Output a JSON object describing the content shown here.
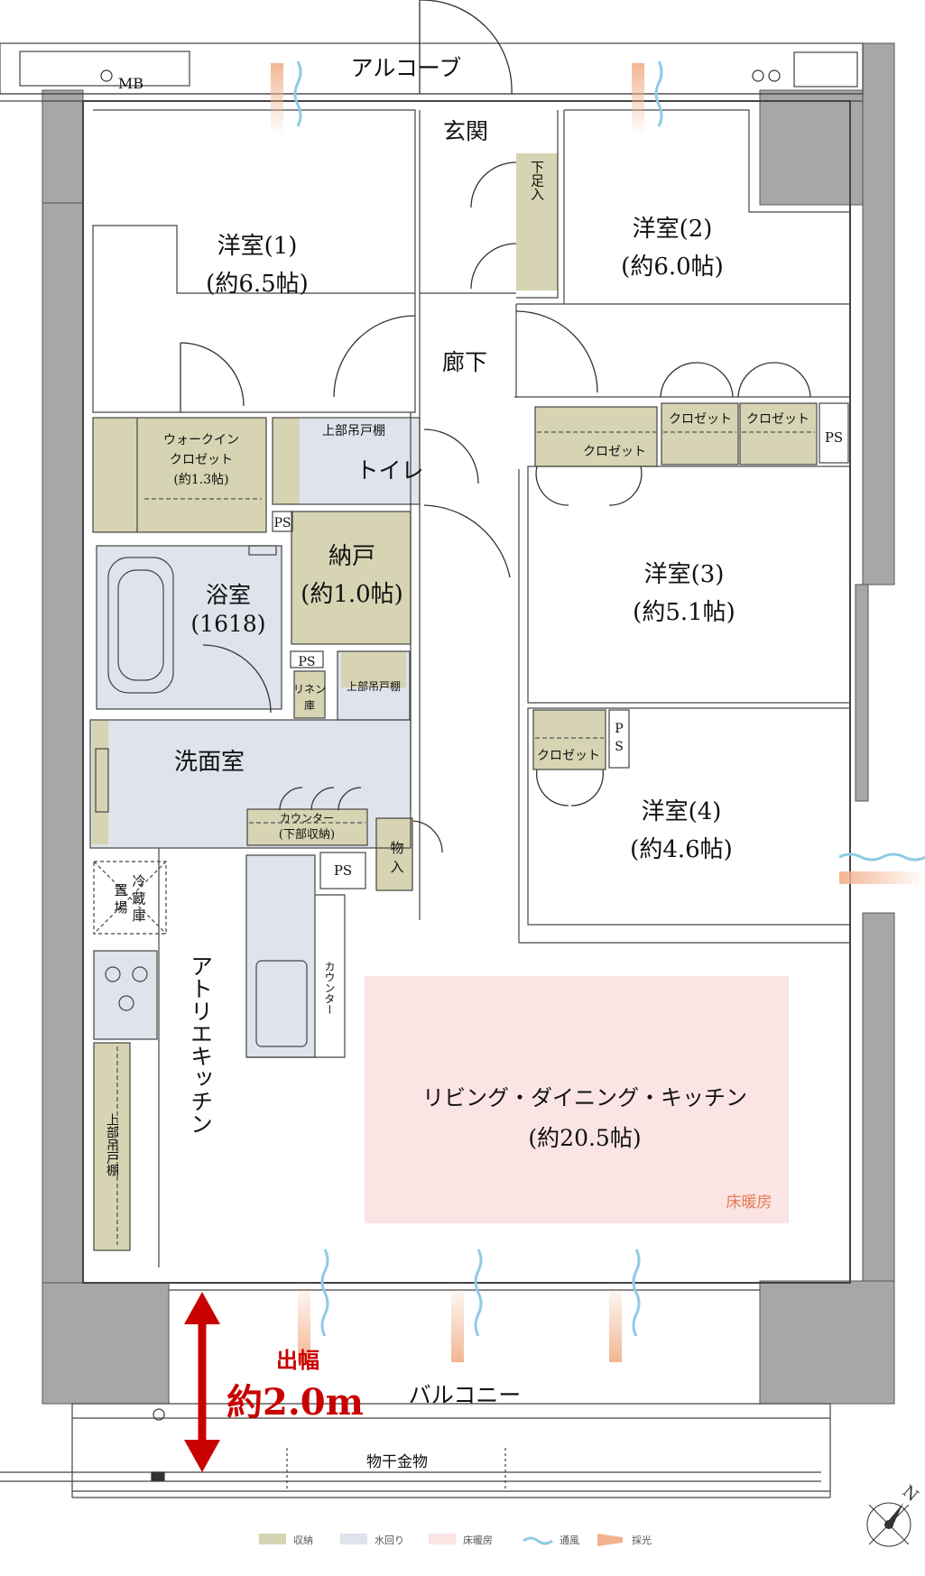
{
  "colors": {
    "storage": "#d6d4b2",
    "water": "#dfe3ec",
    "floor_heating": "#fbe4e4",
    "wall": "#a7a7a7",
    "ventilation": "#8fcbe6",
    "daylight": "#f2b28e",
    "arrow": "#c80000",
    "label_red": "#c80000",
    "floor_heating_label": "#e57b55"
  },
  "rooms": {
    "alcove": "アルコーブ",
    "mb": "MB",
    "entrance": "玄関",
    "shoe_storage": "下足入",
    "western1_name": "洋室(1)",
    "western1_size": "(約6.5帖)",
    "western2_name": "洋室(2)",
    "western2_size": "(約6.0帖)",
    "hallway": "廊下",
    "walkin_l1": "ウォークイン",
    "walkin_l2": "クロゼット",
    "walkin_l3": "(約1.3帖)",
    "upper_cabinet_toilet": "上部吊戸棚",
    "toilet": "トイレ",
    "closet_a": "クロゼット",
    "closet_b": "クロゼット",
    "closet_c": "クロゼット",
    "closet_d": "クロゼット",
    "ps_right_top": "PS",
    "ps_walkin": "PS",
    "bath_name": "浴室",
    "bath_size": "(1618)",
    "storeroom_name": "納戸",
    "storeroom_size": "(約1.0帖)",
    "ps_storeroom": "PS",
    "linen_l1": "リネン",
    "linen_l2": "庫",
    "upper_cabinet_wash": "上部吊戸棚",
    "western3_name": "洋室(3)",
    "western3_size": "(約5.1帖)",
    "ps_w4_l1": "P",
    "ps_w4_l2": "S",
    "washroom": "洗面室",
    "counter_l1": "カウンター",
    "counter_l2": "(下部収納)",
    "storage_l1": "物",
    "storage_l2": "入",
    "western4_name": "洋室(4)",
    "western4_size": "(約4.6帖)",
    "fridge_l1": "冷",
    "fridge_l2": "蔵",
    "fridge_l3": "庫",
    "fridge_r1": "置",
    "fridge_r2": "場",
    "ps_kitchen": "PS",
    "atelier_kitchen": "アトリエキッチン",
    "counter_vertical": "カウンター",
    "upper_cabinet_vertical": "上部吊戸棚",
    "ldk_name": "リビング・ダイニング・キッチン",
    "ldk_size": "(約20.5帖)",
    "floor_heating": "床暖房",
    "balcony": "バルコニー",
    "overhang_label": "出幅",
    "overhang_value": "約2.0m",
    "laundry_hardware": "物干金物"
  },
  "legend": [
    {
      "label": "収納",
      "color": "#d6d4b2",
      "kind": "swatch"
    },
    {
      "label": "水回り",
      "color": "#dfe3ec",
      "kind": "swatch"
    },
    {
      "label": "床暖房",
      "color": "#fbe4e4",
      "kind": "swatch"
    },
    {
      "label": "通風",
      "color": "#8fcbe6",
      "kind": "wave"
    },
    {
      "label": "採光",
      "color": "#f2b28e",
      "kind": "ray"
    }
  ],
  "compass": "N"
}
